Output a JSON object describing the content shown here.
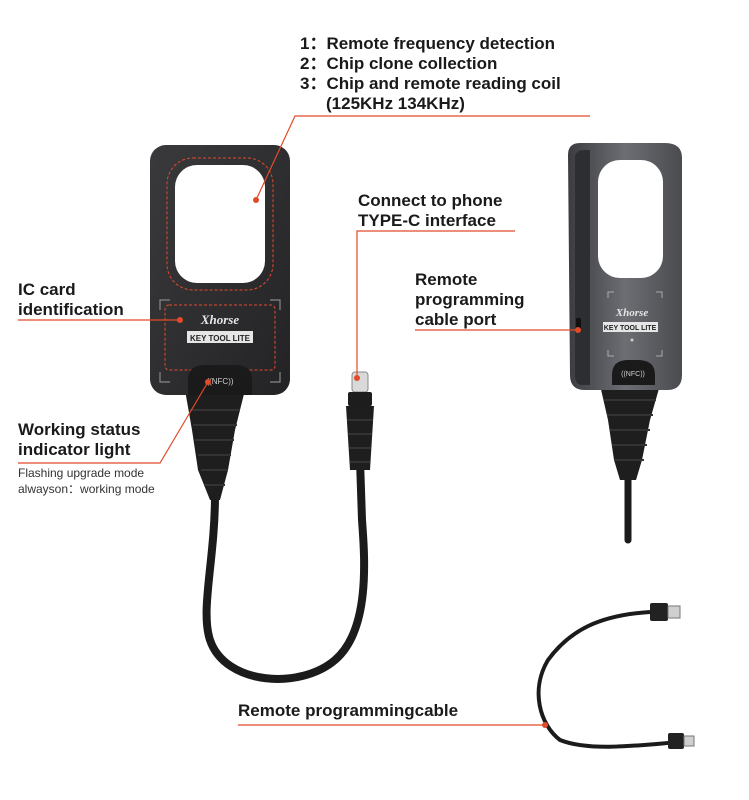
{
  "header_lines": [
    "1：Remote frequency detection",
    "2：Chip clone collection",
    "3：Chip and remote reading coil",
    "(125KHz  134KHz)"
  ],
  "labels": {
    "connect_phone_1": "Connect to phone",
    "connect_phone_2": "TYPE-C interface",
    "ic_card_1": "IC card",
    "ic_card_2": "identification",
    "remote_port_1": "Remote",
    "remote_port_2": "programming",
    "remote_port_3": "cable port",
    "working_1": "Working status",
    "working_2": "indicator light",
    "flash_1": "Flashing upgrade mode",
    "flash_2": "alwayson：working mode",
    "cable": "Remote programmingcable"
  },
  "device": {
    "brand": "Xhorse",
    "model": "KEY TOOL LITE",
    "nfc": "((NFC))"
  },
  "colors": {
    "accent": "#e24a2a",
    "device_body": "#2e2e30",
    "device_side": "#5a5c60"
  }
}
